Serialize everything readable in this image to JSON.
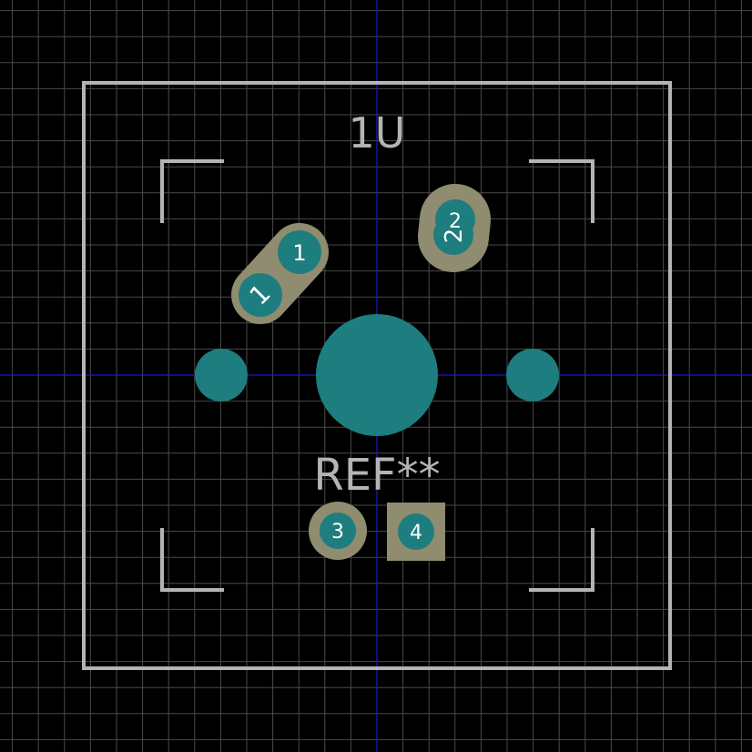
{
  "colors": {
    "background": "#000000",
    "grid": "#4a4a4a",
    "crosshair": "#1a1acc",
    "silkscreen": "#b4b4b4",
    "pad_copper": "#1e7d7f",
    "pad_annular": "#8f8c6f",
    "pad_label": "#ffffff"
  },
  "labels": {
    "size_label": "1U",
    "reference": "REF**"
  },
  "pads": [
    {
      "number": "1",
      "shape": "oval-slot",
      "label_shown": "1"
    },
    {
      "number": "1",
      "shape": "oval-slot",
      "label_shown": "1"
    },
    {
      "number": "2",
      "shape": "oval-slot",
      "label_shown": "2"
    },
    {
      "number": "2",
      "shape": "oval-slot",
      "label_shown": "2"
    },
    {
      "number": "3",
      "shape": "round",
      "label_shown": "3"
    },
    {
      "number": "4",
      "shape": "square",
      "label_shown": "4"
    }
  ],
  "holes": [
    {
      "kind": "center-mount-hole"
    },
    {
      "kind": "left-mount-hole"
    },
    {
      "kind": "right-mount-hole"
    }
  ],
  "icons": {
    "crosshair": "crosshair-icon"
  }
}
